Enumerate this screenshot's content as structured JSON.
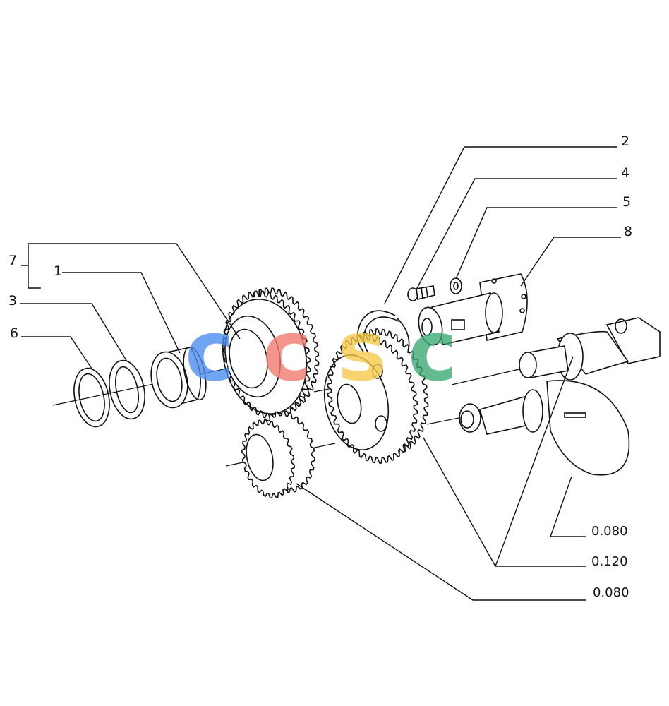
{
  "callouts": {
    "c7": "7",
    "c1": "1",
    "c3": "3",
    "c6": "6",
    "c2": "2",
    "c4": "4",
    "c5": "5",
    "c8": "8"
  },
  "measurements": {
    "m1": "0.080",
    "m2": "0.120",
    "m3": "0.080"
  },
  "watermark": {
    "letters": [
      "c",
      "c",
      "s",
      "c"
    ],
    "colors": [
      "#4a8cf0",
      "#f0786a",
      "#f6c945",
      "#3aa872"
    ]
  }
}
